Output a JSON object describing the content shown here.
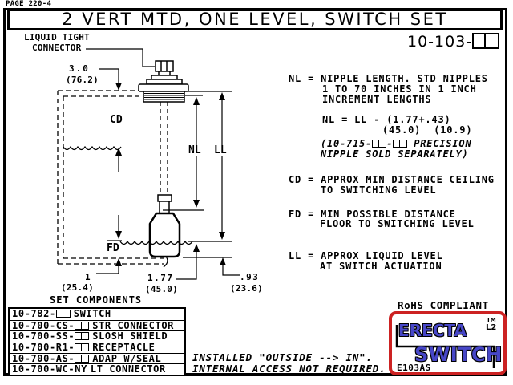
{
  "page": {
    "ref": "PAGE 220-4",
    "title": "2 VERT MTD, ONE LEVEL, SWITCH SET",
    "part_prefix": "10-103-",
    "part_boxes": 2
  },
  "drawing": {
    "connector_label_1": "LIQUID TIGHT",
    "connector_label_2": "CONNECTOR",
    "dims": {
      "cd": "CD",
      "nl": "NL",
      "ll": "LL",
      "fd": "FD",
      "d1": "3.0",
      "d1_mm": "(76.2)",
      "d2": "1",
      "d2_mm": "(25.4)",
      "d3": "1.77",
      "d3_mm": "(45.0)",
      "d4": ".93",
      "d4_mm": "(23.6)"
    }
  },
  "notes": {
    "nl_1": "NL = NIPPLE LENGTH. STD NIPPLES",
    "nl_2": "1 TO 70 INCHES IN 1 INCH",
    "nl_3": "INCREMENT LENGTHS",
    "formula_1": "NL = LL - (1.77+.43)",
    "formula_2": "(45.0)  (10.9)",
    "precision_a": "(10-715-",
    "precision_b": "-",
    "precision_c": " PRECISION",
    "precision_boxes": 2,
    "precision_2": "NIPPLE SOLD SEPARATELY)",
    "cd_1": "CD = APPROX MIN DISTANCE CEILING",
    "cd_2": "TO SWITCHING LEVEL",
    "fd_1": "FD = MIN POSSIBLE DISTANCE",
    "fd_2": "FLOOR TO SWITCHING LEVEL",
    "ll_1": "LL = APPROX LIQUID LEVEL",
    "ll_2": "AT SWITCH ACTUATION"
  },
  "components": {
    "title": "SET COMPONENTS",
    "rows": [
      {
        "pn": "10-782-",
        "boxes": 2,
        "desc": "SWITCH"
      },
      {
        "pn": "10-700-CS-",
        "boxes": 2,
        "desc": "STR CONNECTOR"
      },
      {
        "pn": "10-700-SS-",
        "boxes": 2,
        "desc": "SLOSH SHIELD"
      },
      {
        "pn": "10-700-R1-",
        "boxes": 2,
        "desc": "RECEPTACLE"
      },
      {
        "pn": "10-700-AS-",
        "boxes": 2,
        "desc": "ADAP W/SEAL"
      },
      {
        "pn": "10-700-WC-NY",
        "boxes": 0,
        "desc": "LT CONNECTOR"
      }
    ]
  },
  "install_note": {
    "line1": "INSTALLED \"OUTSIDE --> IN\".",
    "line2": "INTERNAL ACCESS NOT REQUIRED."
  },
  "footer": {
    "rohs": "RoHS COMPLIANT"
  },
  "logo": {
    "word1": "ERECTA",
    "word2": "SWITCH",
    "tm": "TM",
    "rev": "L2",
    "code": "E103AS",
    "border_color": "#cc2222",
    "text_color": "#4747c8"
  }
}
